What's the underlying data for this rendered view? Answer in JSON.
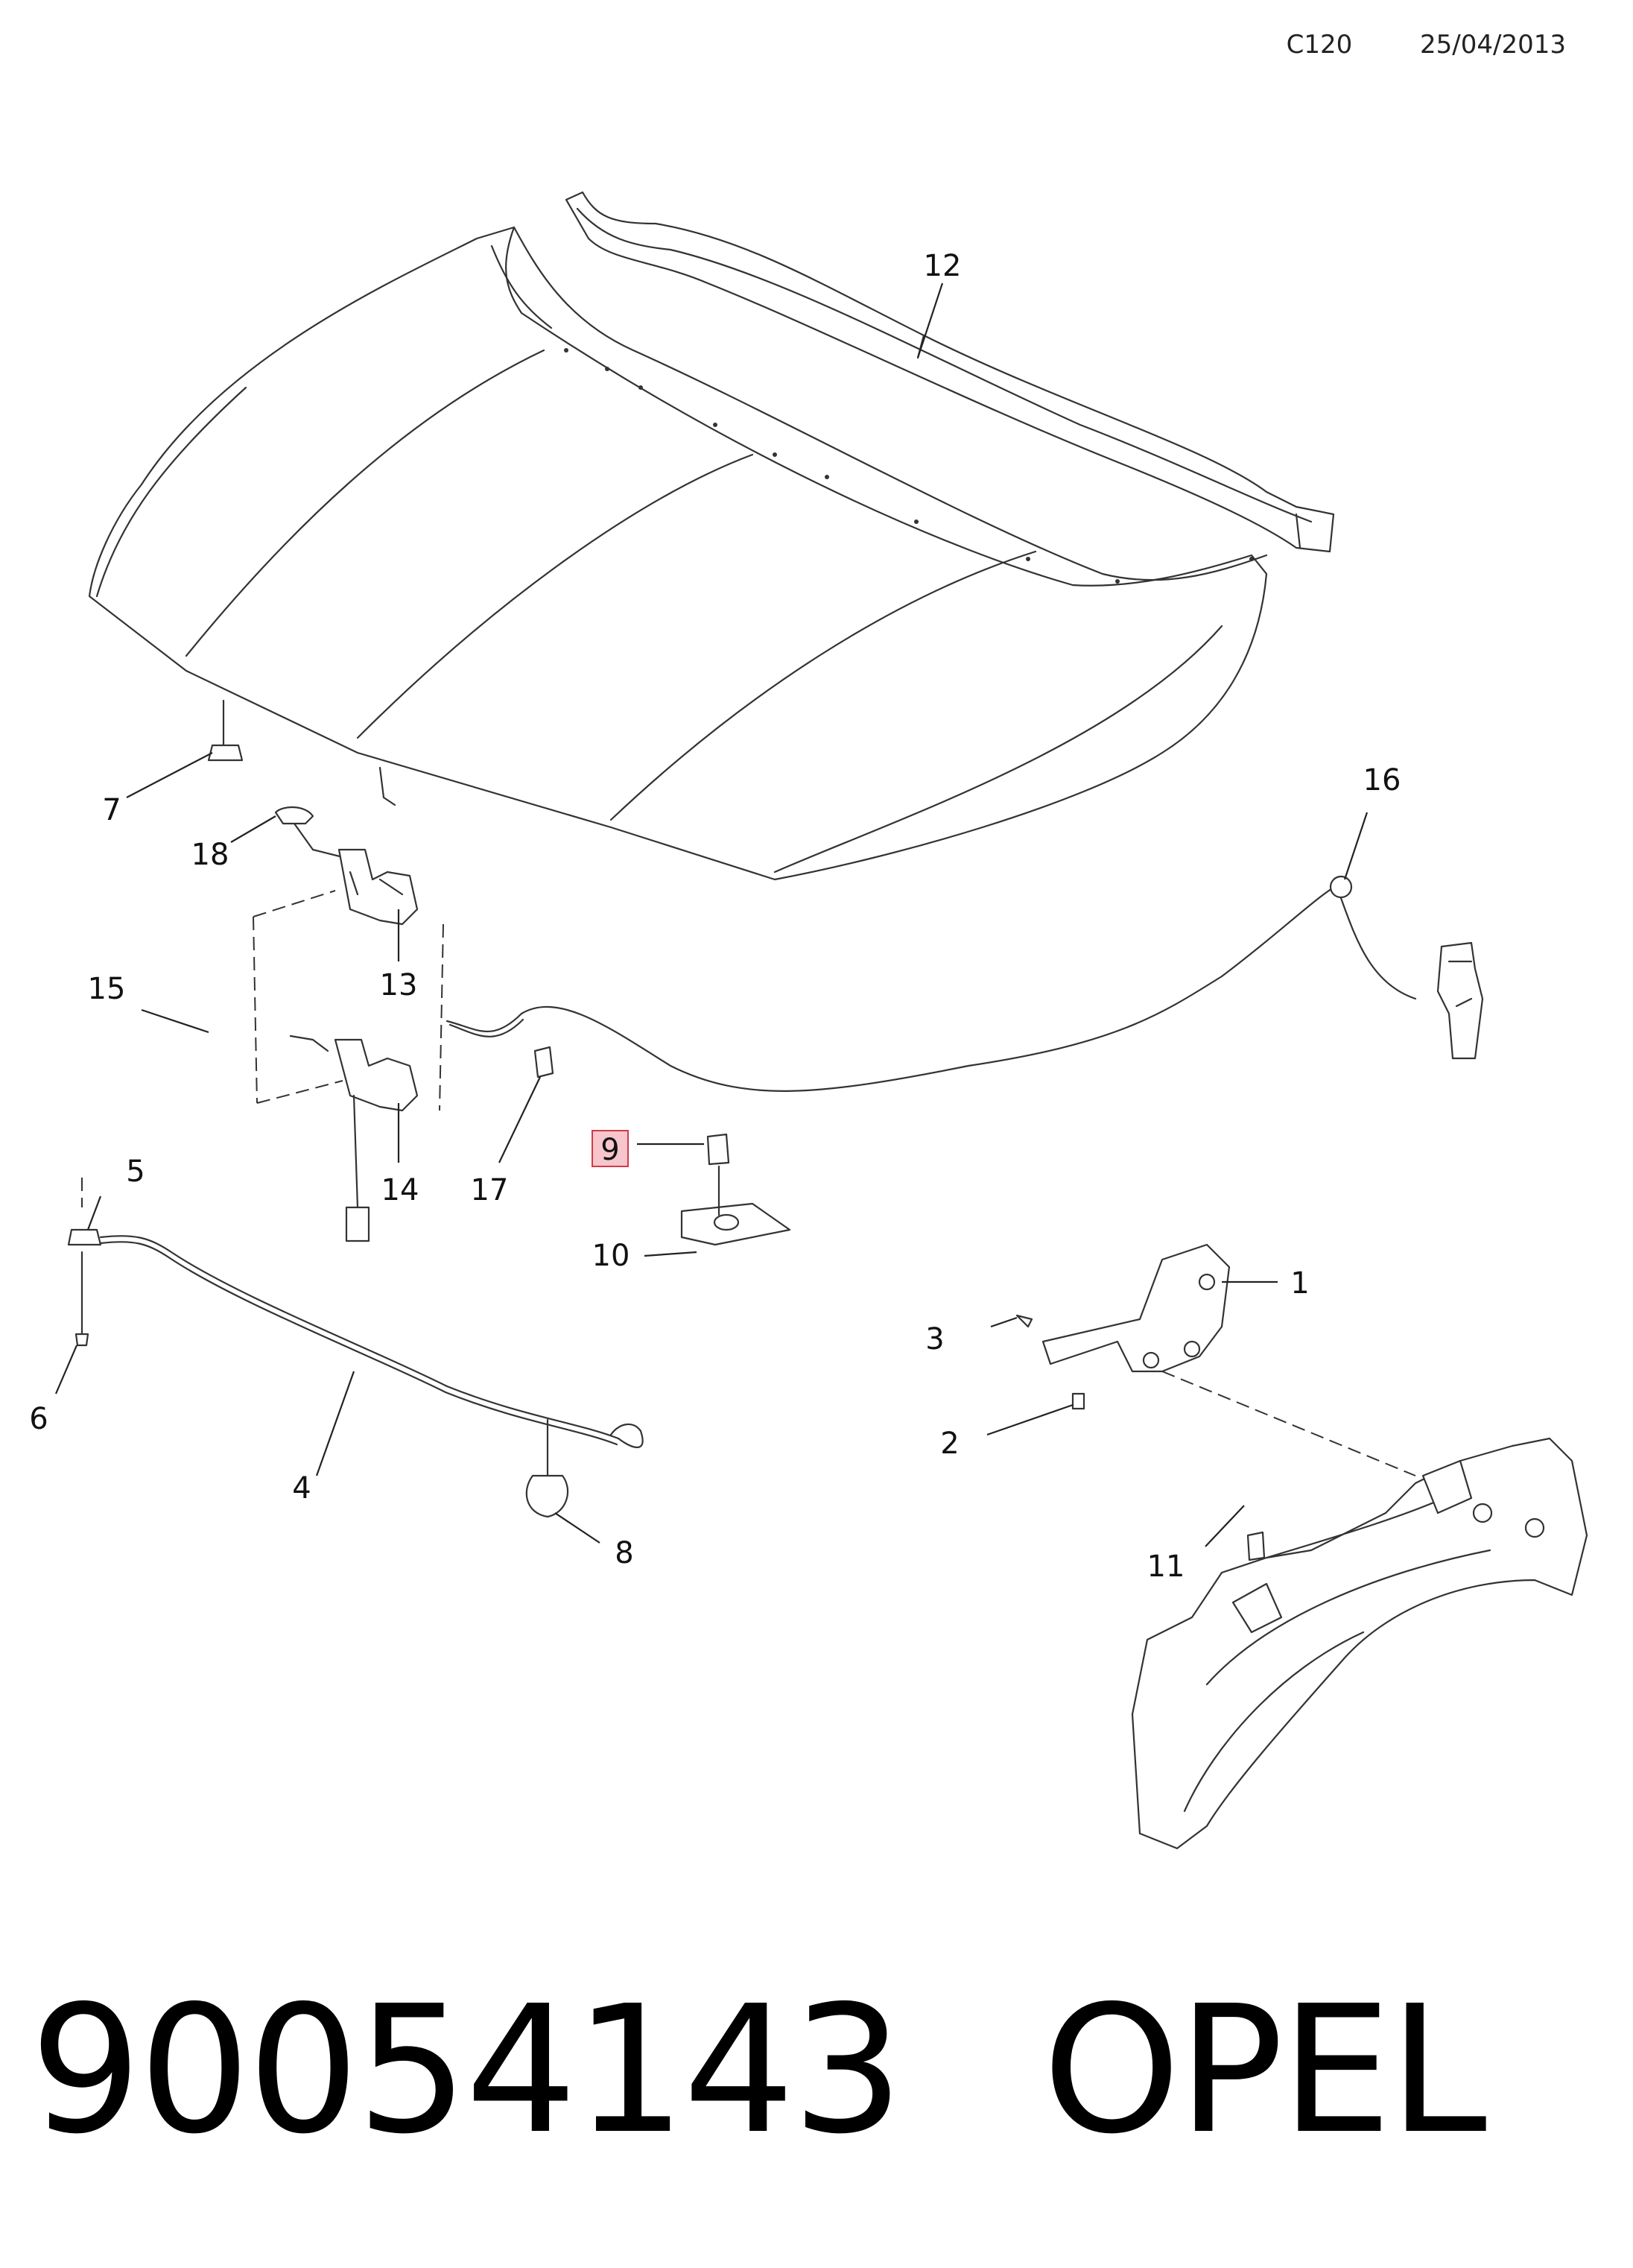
{
  "header": {
    "code": "C120",
    "date": "25/04/2013"
  },
  "callouts": [
    "1",
    "2",
    "3",
    "4",
    "5",
    "6",
    "7",
    "8",
    "9",
    "10",
    "11",
    "12",
    "13",
    "14",
    "15",
    "16",
    "17",
    "18"
  ],
  "highlighted_callout": "9",
  "highlight_color": "#f6c6cc",
  "footer": {
    "part_number": "90054143",
    "brand": "OPEL"
  }
}
